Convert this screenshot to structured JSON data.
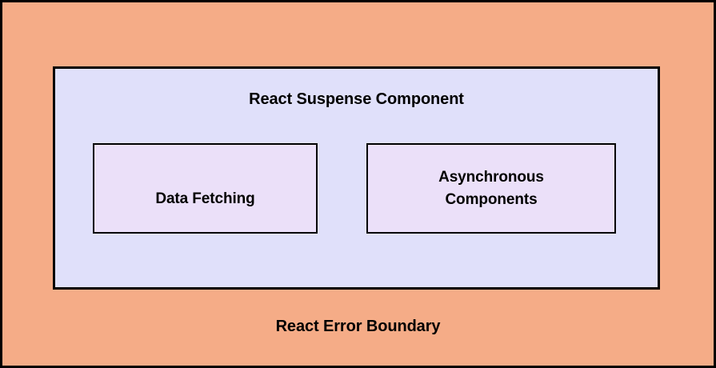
{
  "diagram": {
    "type": "nested-container-diagram",
    "outer": {
      "name": "React Error Boundary",
      "label": "React Error Boundary",
      "fill": "#f5ac87",
      "border_color": "#000000"
    },
    "panel": {
      "name": "React Suspense Component",
      "title": "React Suspense Component",
      "fill": "#e0e0fa",
      "border_color": "#000000"
    },
    "children": [
      {
        "id": "data-fetching",
        "label": "Data Fetching",
        "fill": "#ebe0f9",
        "border_color": "#000000"
      },
      {
        "id": "asynchronous-components",
        "label": "Asynchronous\nComponents",
        "fill": "#ebe0f9",
        "border_color": "#000000"
      }
    ]
  }
}
